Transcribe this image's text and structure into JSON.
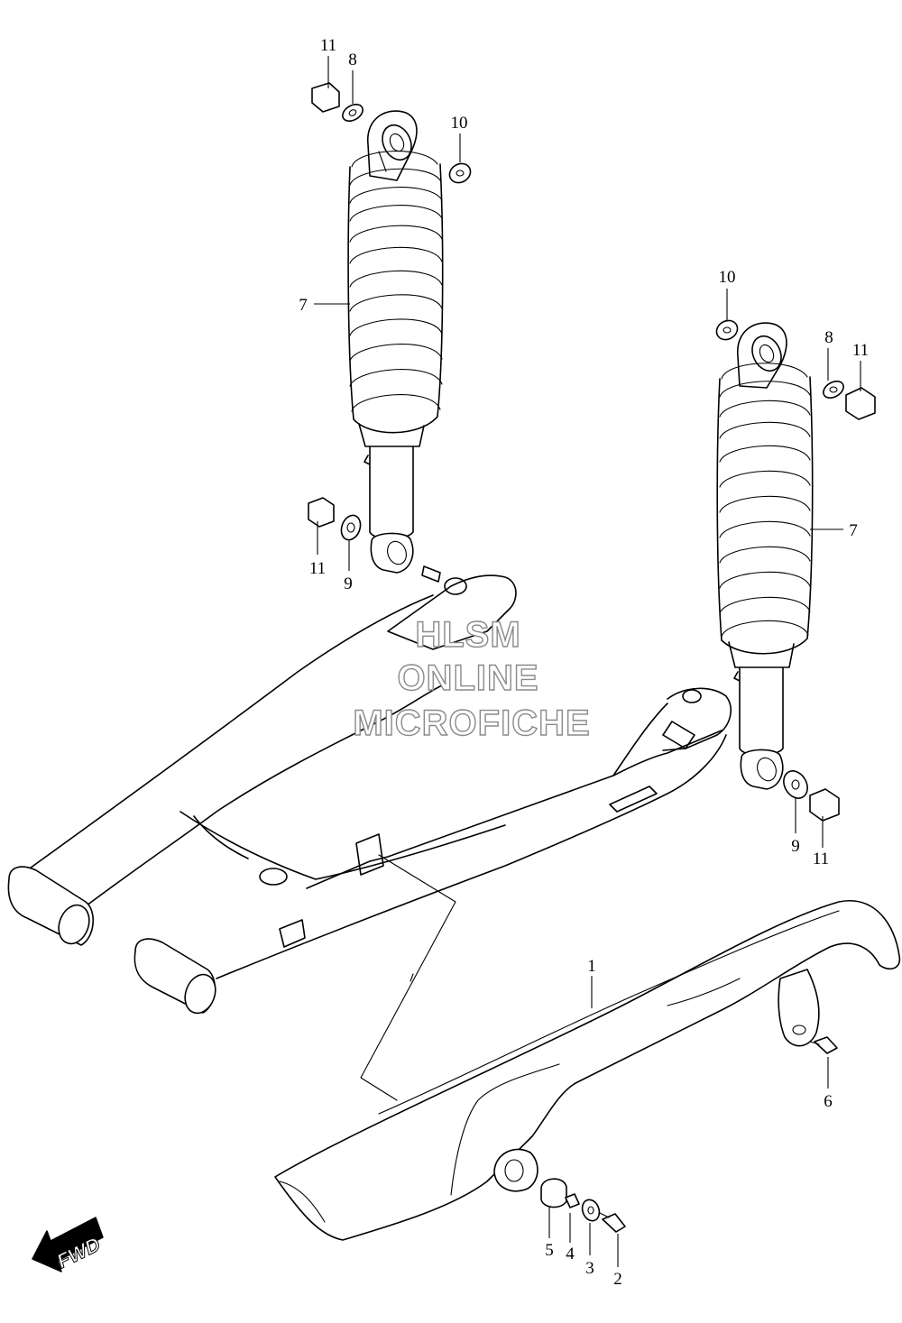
{
  "diagram": {
    "callouts": {
      "c11a": "11",
      "c8a": "8",
      "c10a": "10",
      "c7a": "7",
      "c11b": "11",
      "c9a": "9",
      "c10b": "10",
      "c8b": "8",
      "c11c": "11",
      "c7b": "7",
      "c9b": "9",
      "c11d": "11",
      "c1": "1",
      "c6": "6",
      "c5": "5",
      "c4": "4",
      "c3": "3",
      "c2": "2"
    },
    "fwd_label": "FWD"
  },
  "watermark": {
    "line1": "HLSM",
    "line2": "ONLINE",
    "line3": "MICROFICHE"
  },
  "colors": {
    "line": "#000000",
    "background": "#ffffff",
    "watermark_outline": "#8a8a8a"
  }
}
